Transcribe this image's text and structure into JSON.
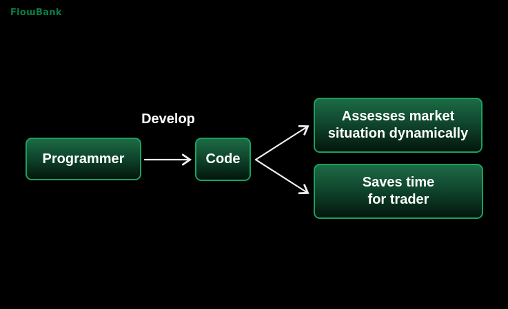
{
  "logo": {
    "text": "FlowBank",
    "display_text": "FloɯBank"
  },
  "colors": {
    "background": "#000000",
    "node_border": "#1aa25e",
    "node_fill_top": "#1d6b45",
    "node_fill_mid": "#0d3f28",
    "node_fill_bottom": "#04150d",
    "node_text": "#ffffff",
    "arrow": "#f0f0f0",
    "label_text": "#ffffff",
    "logo_green": "#0b7c45"
  },
  "diagram": {
    "nodes": [
      {
        "id": "programmer",
        "label": "Programmer"
      },
      {
        "id": "code",
        "label": "Code"
      },
      {
        "id": "assesses-market",
        "line1": "Assesses market",
        "line2": "situation dynamically"
      },
      {
        "id": "saves-time",
        "line1": "Saves time",
        "line2": "for trader"
      }
    ],
    "edges": [
      {
        "from": "programmer",
        "to": "code",
        "label": "Develop"
      },
      {
        "from": "code",
        "to": "assesses-market"
      },
      {
        "from": "code",
        "to": "saves-time"
      }
    ]
  }
}
